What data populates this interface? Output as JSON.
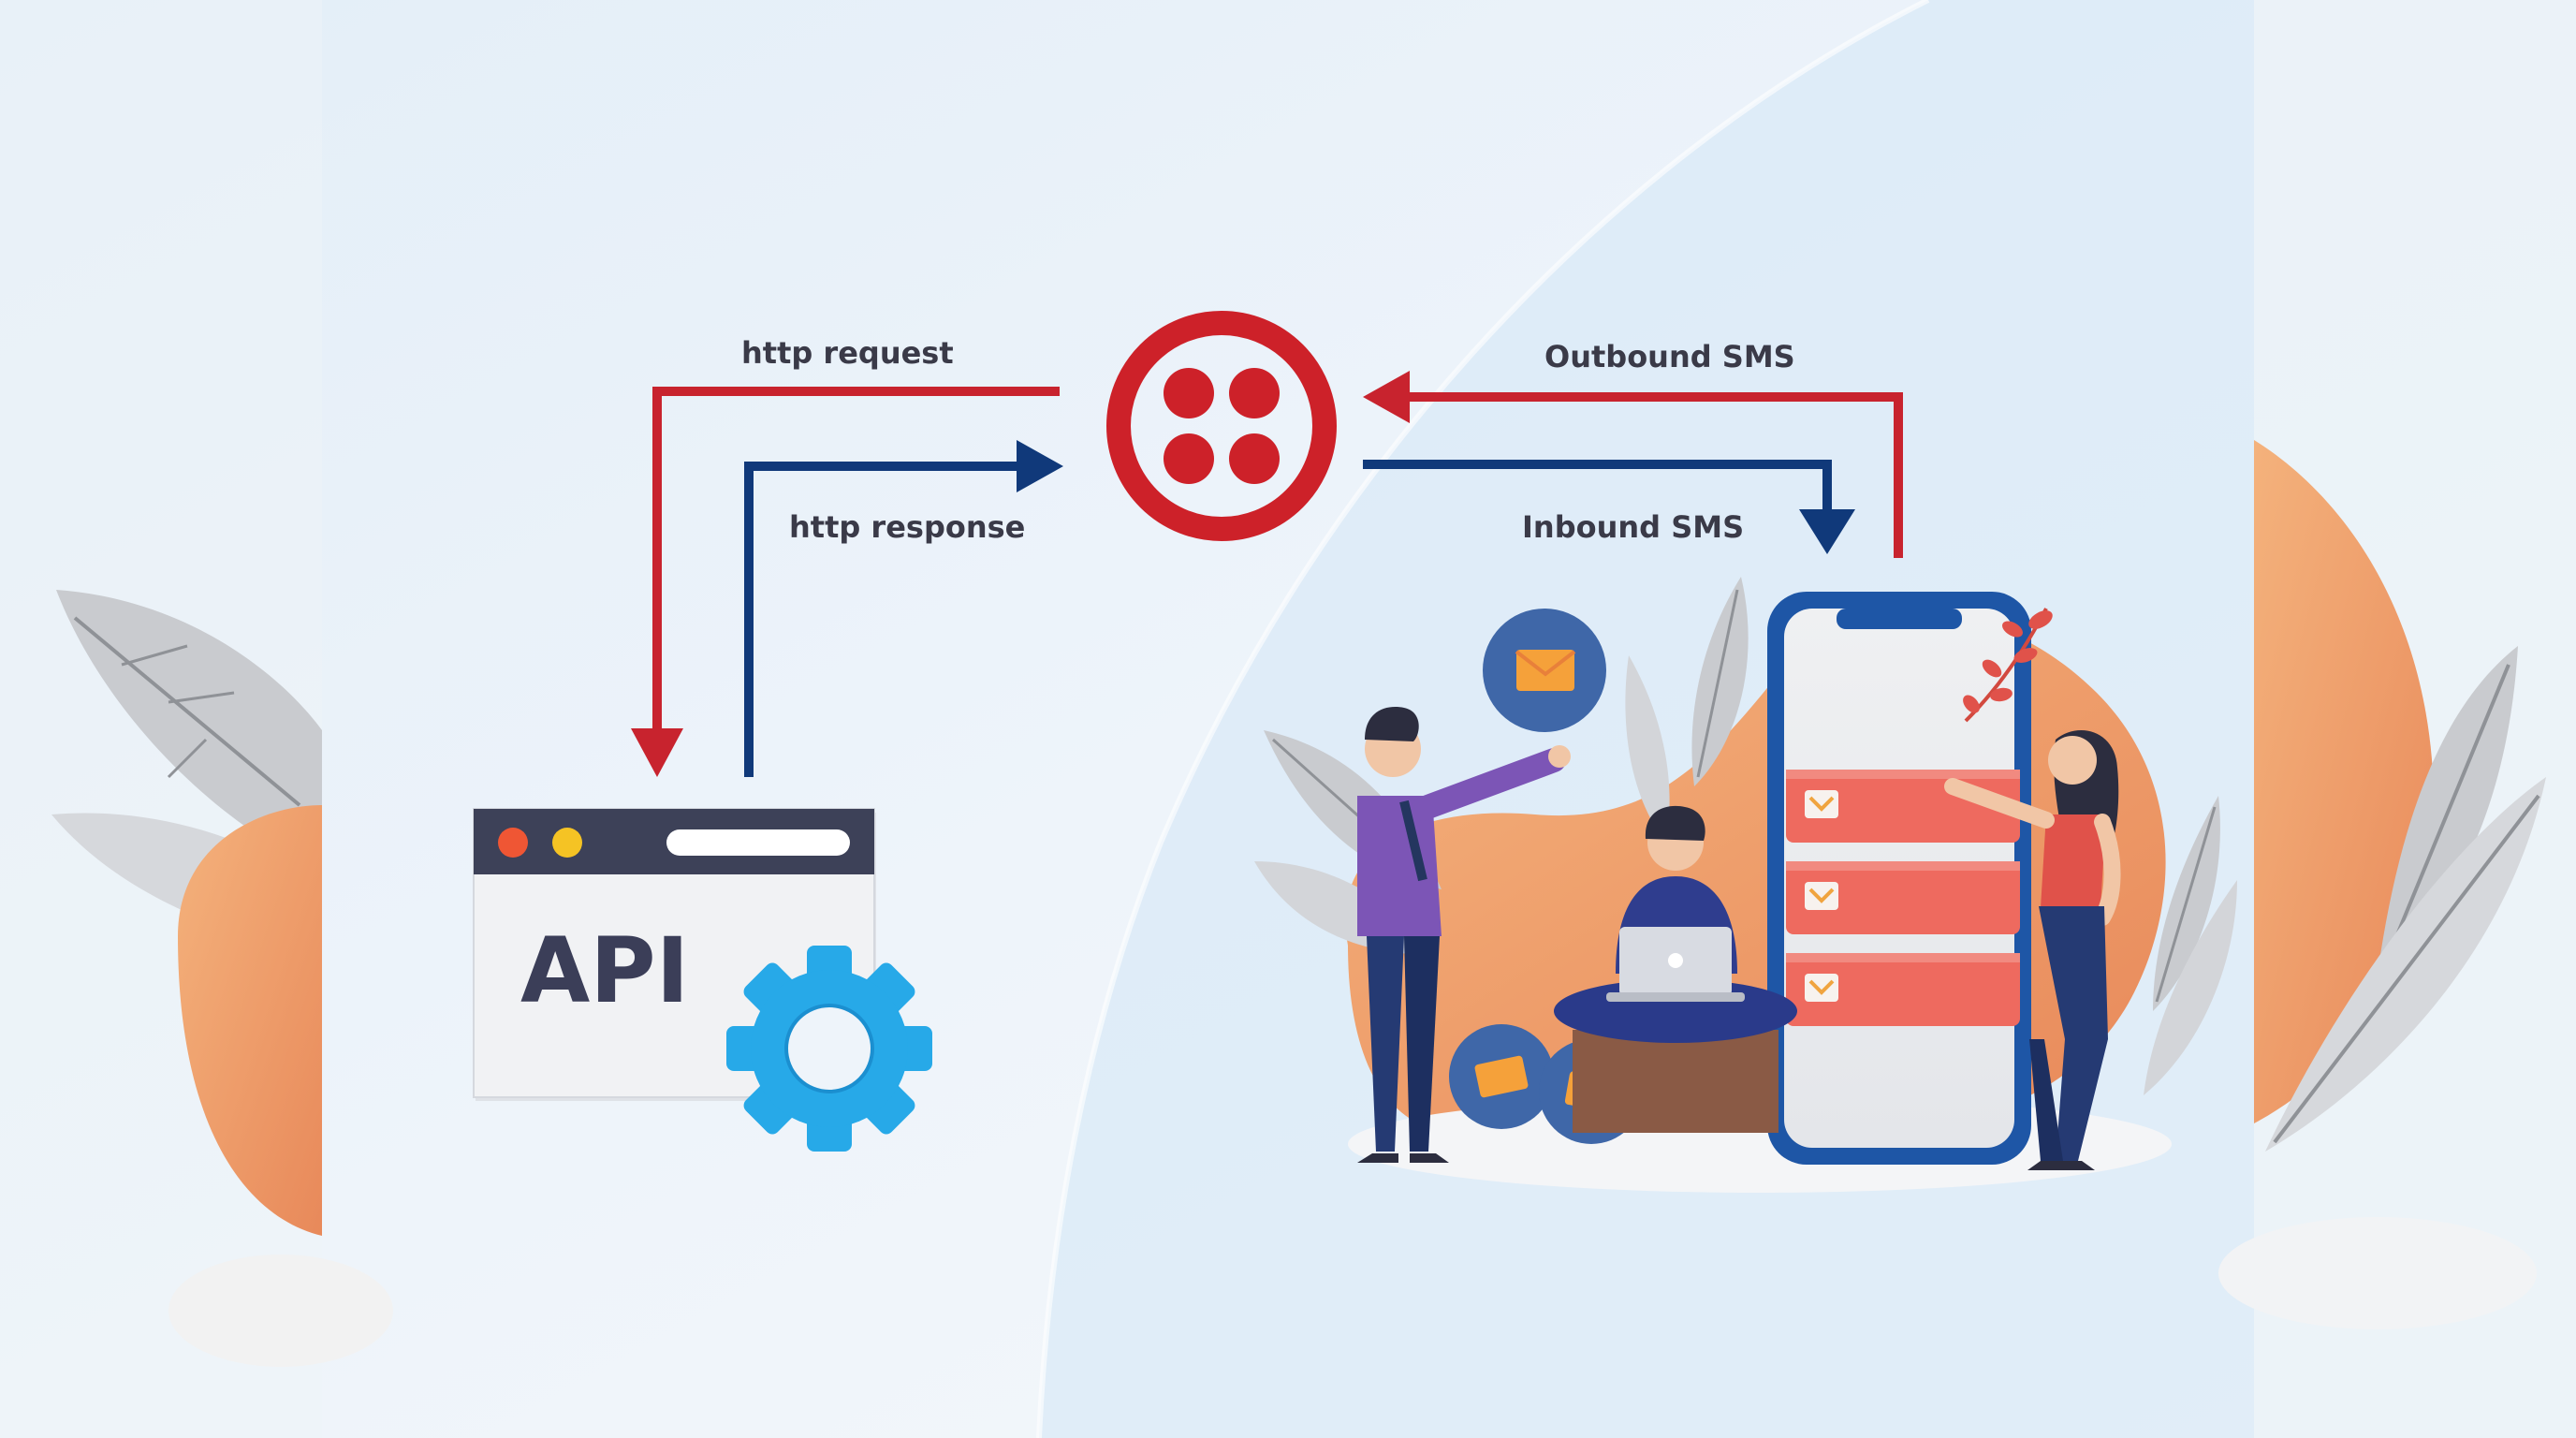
{
  "labels": {
    "http_request": "http request",
    "http_response": "http response",
    "outbound_sms": "Outbound SMS",
    "inbound_sms": "Inbound SMS",
    "api": "API"
  },
  "colors": {
    "request_arrow": "#c8232e",
    "response_arrow": "#10397a",
    "twilio_red": "#cd2129",
    "gear_blue": "#27a9e8",
    "blob_orange": "#f0a46b",
    "phone_frame": "#1e56a6",
    "message_card": "#ee6a5f",
    "envelope_badge": "#3f67a8"
  },
  "icons": [
    "twilio-logo-icon",
    "gear-icon",
    "envelope-icon",
    "laptop-icon",
    "leaf-icon"
  ]
}
